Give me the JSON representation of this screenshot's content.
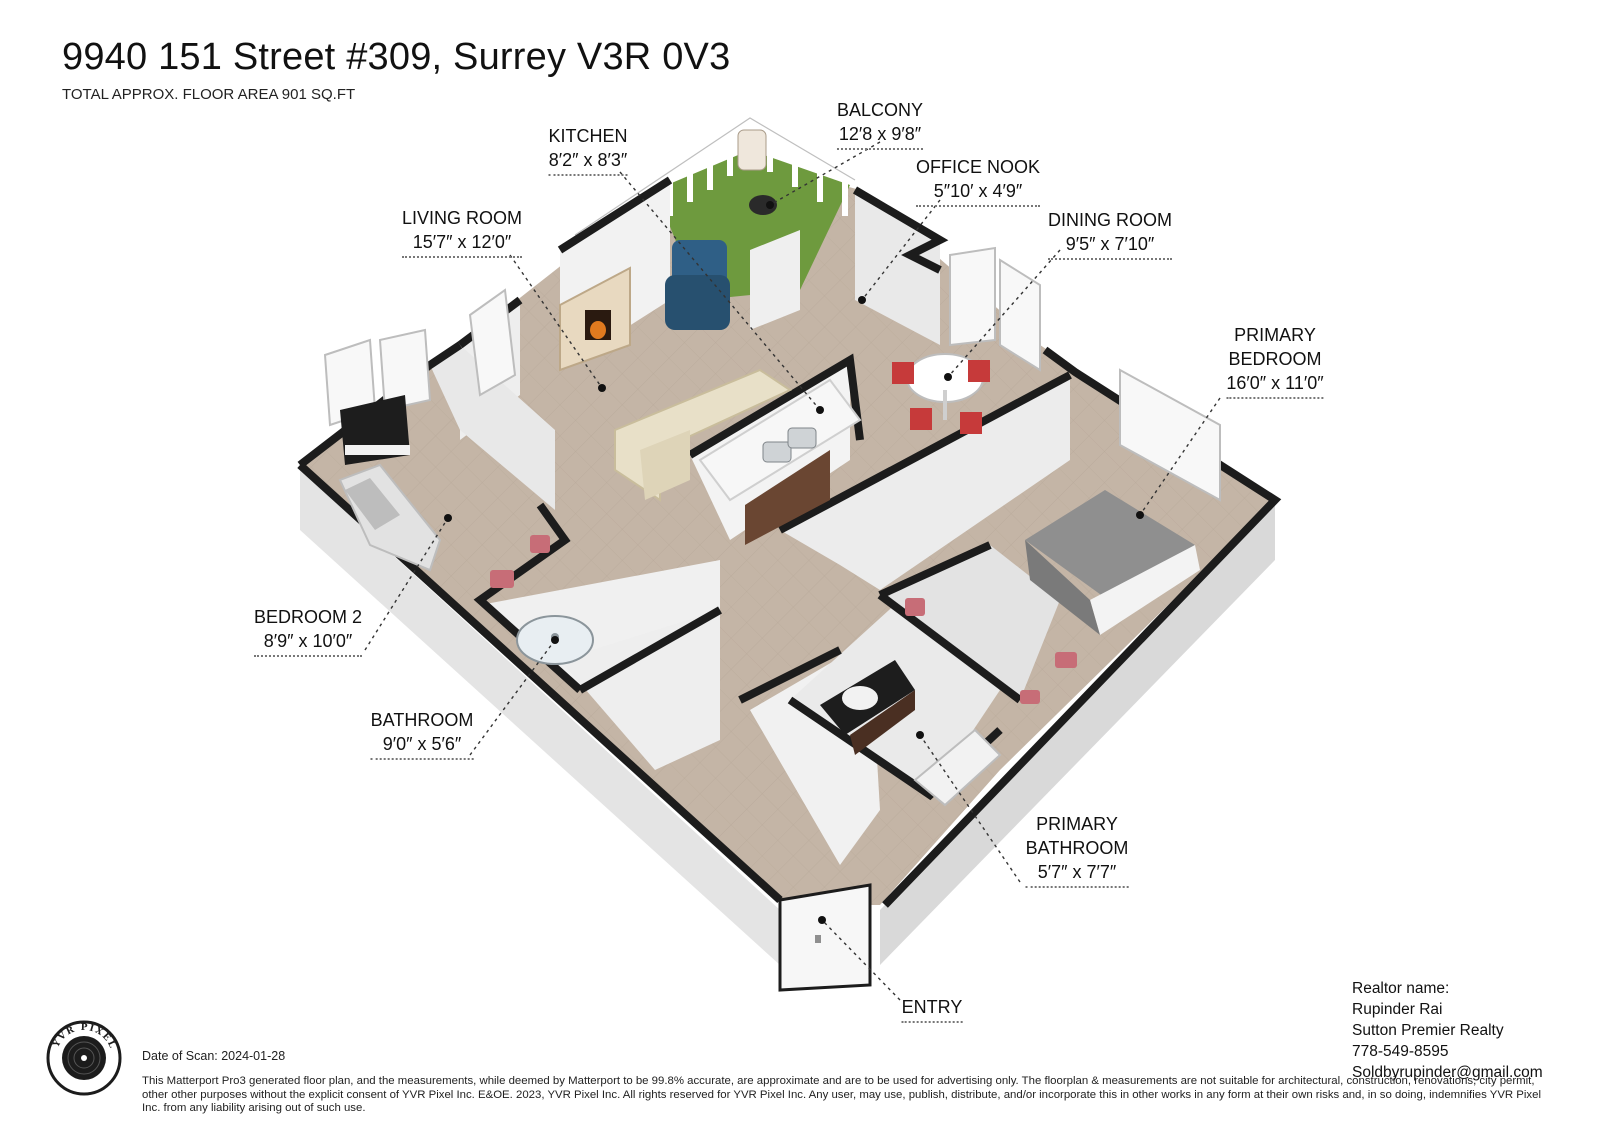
{
  "header": {
    "title": "9940 151 Street #309, Surrey V3R 0V3",
    "subtitle": "TOTAL APPROX. FLOOR AREA 901 SQ.FT"
  },
  "rooms": [
    {
      "name_lines": [
        "BALCONY"
      ],
      "dims": "12′8 x 9′8″"
    },
    {
      "name_lines": [
        "KITCHEN"
      ],
      "dims": "8′2″ x 8′3″"
    },
    {
      "name_lines": [
        "OFFICE NOOK"
      ],
      "dims": "5″10′ x 4′9″"
    },
    {
      "name_lines": [
        "LIVING ROOM"
      ],
      "dims": "15′7″ x 12′0″"
    },
    {
      "name_lines": [
        "DINING ROOM"
      ],
      "dims": "9′5″ x 7′10″"
    },
    {
      "name_lines": [
        "PRIMARY",
        "BEDROOM"
      ],
      "dims": "16′0″ x 11′0″"
    },
    {
      "name_lines": [
        "BEDROOM 2"
      ],
      "dims": "8′9″ x 10′0″"
    },
    {
      "name_lines": [
        "BATHROOM"
      ],
      "dims": "9′0″ x 5′6″"
    },
    {
      "name_lines": [
        "PRIMARY",
        "BATHROOM"
      ],
      "dims": "5′7″ x 7′7″"
    },
    {
      "name_lines": [
        "ENTRY"
      ],
      "dims": ""
    }
  ],
  "realtor": {
    "heading": "Realtor name:",
    "name": "Rupinder Rai",
    "brokerage": "Sutton Premier Realty",
    "phone": "778-549-8595",
    "email": "Soldbyrupinder@gmail.com"
  },
  "footer": {
    "logo_text": "YVR PIXEL",
    "scan_date": "Date of Scan: 2024-01-28",
    "disclaimer": "This Matterport Pro3 generated floor plan, and the measurements, while deemed by Matterport to be 99.8% accurate, are approximate and are to be used for advertising only. The floorplan & measurements are not suitable for architectural, construction, renovations, city permit, other other purposes without the explicit consent of YVR Pixel Inc. E&OE. 2023, YVR Pixel Inc. All rights reserved for YVR Pixel Inc. Any user, may use, publish, distribute, and/or incorporate this in other works in any form at their own risks and, in so doing, indemnifies YVR Pixel Inc. from any liability arising out of such use."
  },
  "colors": {
    "floor": "#c4b5a6",
    "wall_top": "#1c1c1c",
    "wall_face": "#e6e6e6",
    "wall_shadow": "#cfcfcf",
    "grass": "#6e9a3e",
    "armchair": "#2f5f86",
    "sofa": "#e8e0c8",
    "bed": "#8f8f8f",
    "chair_red": "#c63a3a"
  }
}
